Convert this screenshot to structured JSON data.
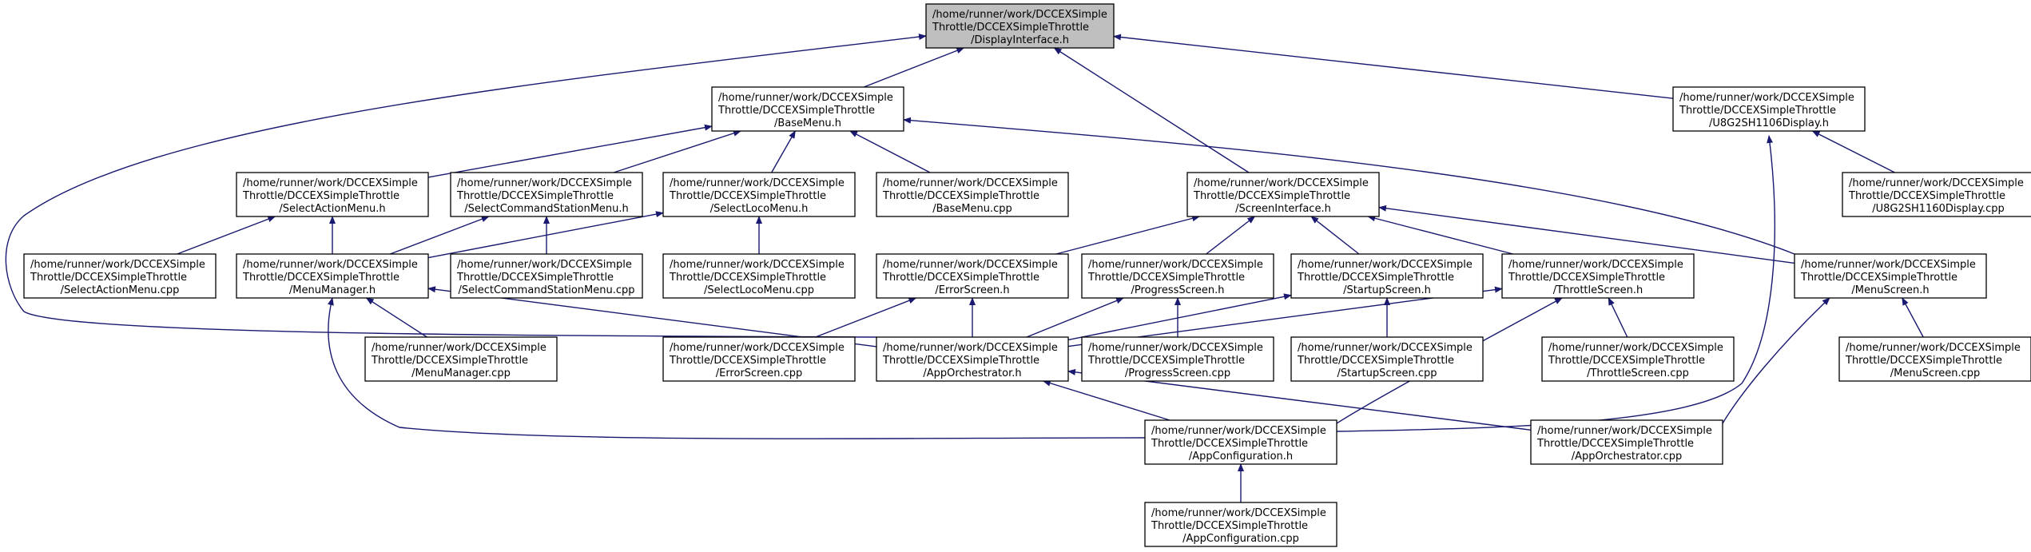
{
  "graph": {
    "edge_color": "#191970",
    "node_fill": "#ffffff",
    "highlight_fill": "#bfbfbf",
    "nodes": {
      "display_interface_h": {
        "lines": [
          "/home/runner/work/DCCEXSimple",
          "Throttle/DCCEXSimpleThrottle",
          "/DisplayInterface.h"
        ],
        "highlighted": true
      },
      "base_menu_h": {
        "lines": [
          "/home/runner/work/DCCEXSimple",
          "Throttle/DCCEXSimpleThrottle",
          "/BaseMenu.h"
        ]
      },
      "u8g2_h": {
        "lines": [
          "/home/runner/work/DCCEXSimple",
          "Throttle/DCCEXSimpleThrottle",
          "/U8G2SH1106Display.h"
        ]
      },
      "select_action_menu_h": {
        "lines": [
          "/home/runner/work/DCCEXSimple",
          "Throttle/DCCEXSimpleThrottle",
          "/SelectActionMenu.h"
        ]
      },
      "select_cs_menu_h": {
        "lines": [
          "/home/runner/work/DCCEXSimple",
          "Throttle/DCCEXSimpleThrottle",
          "/SelectCommandStationMenu.h"
        ]
      },
      "select_loco_menu_h": {
        "lines": [
          "/home/runner/work/DCCEXSimple",
          "Throttle/DCCEXSimpleThrottle",
          "/SelectLocoMenu.h"
        ]
      },
      "base_menu_cpp": {
        "lines": [
          "/home/runner/work/DCCEXSimple",
          "Throttle/DCCEXSimpleThrottle",
          "/BaseMenu.cpp"
        ]
      },
      "screen_interface_h": {
        "lines": [
          "/home/runner/work/DCCEXSimple",
          "Throttle/DCCEXSimpleThrottle",
          "/ScreenInterface.h"
        ]
      },
      "u8g2_cpp": {
        "lines": [
          "/home/runner/work/DCCEXSimple",
          "Throttle/DCCEXSimpleThrottle",
          "/U8G2SH1160Display.cpp"
        ]
      },
      "select_action_menu_cpp": {
        "lines": [
          "/home/runner/work/DCCEXSimple",
          "Throttle/DCCEXSimpleThrottle",
          "/SelectActionMenu.cpp"
        ]
      },
      "menu_manager_h": {
        "lines": [
          "/home/runner/work/DCCEXSimple",
          "Throttle/DCCEXSimpleThrottle",
          "/MenuManager.h"
        ]
      },
      "select_cs_menu_cpp": {
        "lines": [
          "/home/runner/work/DCCEXSimple",
          "Throttle/DCCEXSimpleThrottle",
          "/SelectCommandStationMenu.cpp"
        ]
      },
      "select_loco_menu_cpp": {
        "lines": [
          "/home/runner/work/DCCEXSimple",
          "Throttle/DCCEXSimpleThrottle",
          "/SelectLocoMenu.cpp"
        ]
      },
      "error_screen_h": {
        "lines": [
          "/home/runner/work/DCCEXSimple",
          "Throttle/DCCEXSimpleThrottle",
          "/ErrorScreen.h"
        ]
      },
      "progress_screen_h": {
        "lines": [
          "/home/runner/work/DCCEXSimple",
          "Throttle/DCCEXSimpleThrottle",
          "/ProgressScreen.h"
        ]
      },
      "startup_screen_h": {
        "lines": [
          "/home/runner/work/DCCEXSimple",
          "Throttle/DCCEXSimpleThrottle",
          "/StartupScreen.h"
        ]
      },
      "throttle_screen_h": {
        "lines": [
          "/home/runner/work/DCCEXSimple",
          "Throttle/DCCEXSimpleThrottle",
          "/ThrottleScreen.h"
        ]
      },
      "menu_screen_h": {
        "lines": [
          "/home/runner/work/DCCEXSimple",
          "Throttle/DCCEXSimpleThrottle",
          "/MenuScreen.h"
        ]
      },
      "menu_manager_cpp": {
        "lines": [
          "/home/runner/work/DCCEXSimple",
          "Throttle/DCCEXSimpleThrottle",
          "/MenuManager.cpp"
        ]
      },
      "error_screen_cpp": {
        "lines": [
          "/home/runner/work/DCCEXSimple",
          "Throttle/DCCEXSimpleThrottle",
          "/ErrorScreen.cpp"
        ]
      },
      "app_orchestrator_h": {
        "lines": [
          "/home/runner/work/DCCEXSimple",
          "Throttle/DCCEXSimpleThrottle",
          "/AppOrchestrator.h"
        ]
      },
      "progress_screen_cpp": {
        "lines": [
          "/home/runner/work/DCCEXSimple",
          "Throttle/DCCEXSimpleThrottle",
          "/ProgressScreen.cpp"
        ]
      },
      "startup_screen_cpp": {
        "lines": [
          "/home/runner/work/DCCEXSimple",
          "Throttle/DCCEXSimpleThrottle",
          "/StartupScreen.cpp"
        ]
      },
      "throttle_screen_cpp": {
        "lines": [
          "/home/runner/work/DCCEXSimple",
          "Throttle/DCCEXSimpleThrottle",
          "/ThrottleScreen.cpp"
        ]
      },
      "menu_screen_cpp": {
        "lines": [
          "/home/runner/work/DCCEXSimple",
          "Throttle/DCCEXSimpleThrottle",
          "/MenuScreen.cpp"
        ]
      },
      "app_configuration_h": {
        "lines": [
          "/home/runner/work/DCCEXSimple",
          "Throttle/DCCEXSimpleThrottle",
          "/AppConfiguration.h"
        ]
      },
      "app_orchestrator_cpp": {
        "lines": [
          "/home/runner/work/DCCEXSimple",
          "Throttle/DCCEXSimpleThrottle",
          "/AppOrchestrator.cpp"
        ]
      },
      "app_configuration_cpp": {
        "lines": [
          "/home/runner/work/DCCEXSimple",
          "Throttle/DCCEXSimpleThrottle",
          "/AppConfiguration.cpp"
        ]
      }
    },
    "edges": [
      [
        "display_interface_h",
        "base_menu_h"
      ],
      [
        "display_interface_h",
        "u8g2_h"
      ],
      [
        "display_interface_h",
        "screen_interface_h"
      ],
      [
        "display_interface_h",
        "app_orchestrator_h"
      ],
      [
        "base_menu_h",
        "select_action_menu_h"
      ],
      [
        "base_menu_h",
        "select_cs_menu_h"
      ],
      [
        "base_menu_h",
        "select_loco_menu_h"
      ],
      [
        "base_menu_h",
        "base_menu_cpp"
      ],
      [
        "base_menu_h",
        "menu_screen_h"
      ],
      [
        "u8g2_h",
        "u8g2_cpp"
      ],
      [
        "u8g2_h",
        "app_configuration_h"
      ],
      [
        "select_action_menu_h",
        "select_action_menu_cpp"
      ],
      [
        "select_action_menu_h",
        "menu_manager_h"
      ],
      [
        "select_cs_menu_h",
        "menu_manager_h"
      ],
      [
        "select_cs_menu_h",
        "select_cs_menu_cpp"
      ],
      [
        "select_loco_menu_h",
        "menu_manager_h"
      ],
      [
        "select_loco_menu_h",
        "select_loco_menu_cpp"
      ],
      [
        "screen_interface_h",
        "error_screen_h"
      ],
      [
        "screen_interface_h",
        "progress_screen_h"
      ],
      [
        "screen_interface_h",
        "startup_screen_h"
      ],
      [
        "screen_interface_h",
        "throttle_screen_h"
      ],
      [
        "screen_interface_h",
        "menu_screen_h"
      ],
      [
        "menu_manager_h",
        "menu_manager_cpp"
      ],
      [
        "menu_manager_h",
        "app_orchestrator_h"
      ],
      [
        "menu_manager_h",
        "app_configuration_h"
      ],
      [
        "error_screen_h",
        "error_screen_cpp"
      ],
      [
        "error_screen_h",
        "app_orchestrator_h"
      ],
      [
        "progress_screen_h",
        "app_orchestrator_h"
      ],
      [
        "progress_screen_h",
        "progress_screen_cpp"
      ],
      [
        "startup_screen_h",
        "app_orchestrator_h"
      ],
      [
        "startup_screen_h",
        "startup_screen_cpp"
      ],
      [
        "throttle_screen_h",
        "app_orchestrator_h"
      ],
      [
        "throttle_screen_h",
        "throttle_screen_cpp"
      ],
      [
        "throttle_screen_h",
        "app_configuration_h"
      ],
      [
        "menu_screen_h",
        "menu_screen_cpp"
      ],
      [
        "menu_screen_h",
        "app_orchestrator_cpp"
      ],
      [
        "app_orchestrator_h",
        "app_configuration_h"
      ],
      [
        "app_orchestrator_h",
        "app_orchestrator_cpp"
      ],
      [
        "app_configuration_h",
        "app_configuration_cpp"
      ]
    ]
  }
}
